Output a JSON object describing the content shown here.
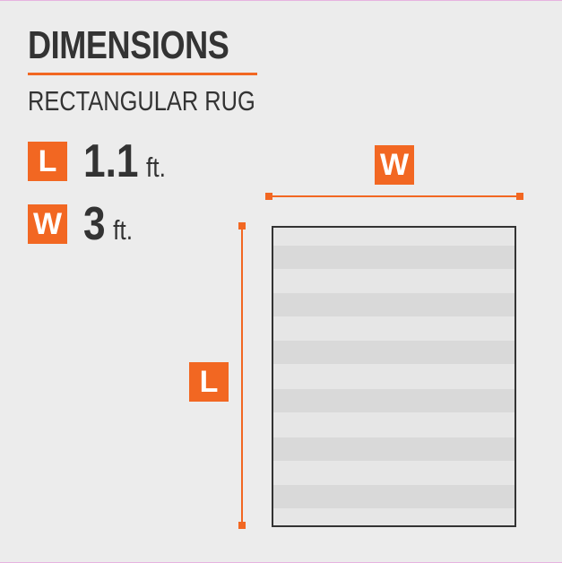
{
  "header": {
    "title": "DIMENSIONS",
    "subtitle": "RECTANGULAR RUG"
  },
  "dimensions": [
    {
      "badge": "L",
      "value": "1.1",
      "unit": "ft."
    },
    {
      "badge": "W",
      "value": "3",
      "unit": "ft."
    }
  ],
  "diagram": {
    "width_badge": "W",
    "length_badge": "L"
  },
  "colors": {
    "accent": "#f26722",
    "text": "#333333",
    "background": "#ececec",
    "rug_stripe_light": "#e6e6e6",
    "rug_stripe_dark": "#d9d9d9",
    "rug_border": "#333333"
  }
}
